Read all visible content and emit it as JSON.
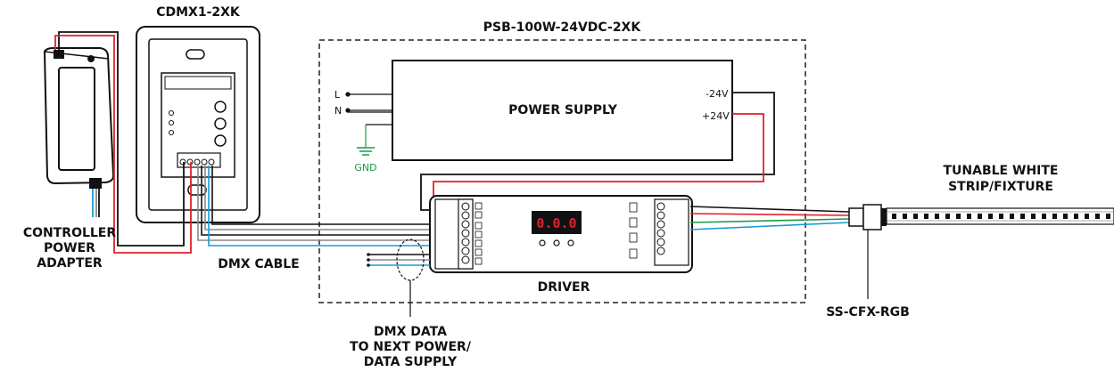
{
  "labels": {
    "controller_title": "CDMX1-2XK",
    "psb_title": "PSB-100W-24VDC-2XK",
    "power_supply": "POWER SUPPLY",
    "l": "L",
    "n": "N",
    "gnd": "GND",
    "neg24": "-24V",
    "pos24": "+24V",
    "adapter_line1": "CONTROLLER",
    "adapter_line2": "POWER",
    "adapter_line3": "ADAPTER",
    "dmx_cable": "DMX CABLE",
    "driver": "DRIVER",
    "dmx_data_line1": "DMX DATA",
    "dmx_data_line2": "TO NEXT POWER/",
    "dmx_data_line3": "DATA SUPPLY",
    "strip_line1": "TUNABLE WHITE",
    "strip_line2": "STRIP/FIXTURE",
    "connector": "SS-CFX-RGB",
    "display": "0.0.0"
  },
  "colors": {
    "wire_red": "#e0202a",
    "wire_blue": "#1a9ad6",
    "wire_green": "#1a9a4a",
    "wire_black": "#111111",
    "wire_gray": "#888888",
    "gnd_green": "#1a9a4a"
  }
}
